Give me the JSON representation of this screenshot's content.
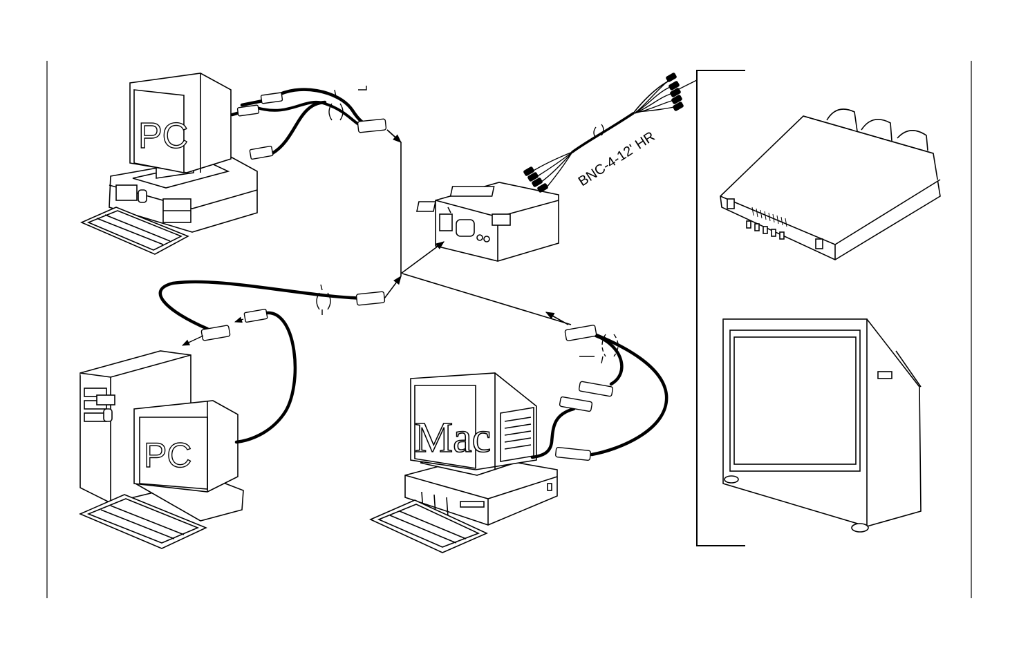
{
  "labels": {
    "pc_top_screen": "PC",
    "pc_bottom_screen": "PC",
    "mac_screen": "Mac",
    "bnc_cable": "BNC-4-12' HR"
  },
  "colors": {
    "ink": "#000000",
    "paper": "#ffffff",
    "cable": "#000000"
  },
  "icons": {
    "computers": [
      "pc-desktop-icon",
      "pc-tower-icon",
      "mac-icon"
    ],
    "devices": [
      "converter-box-icon",
      "video-projector-icon",
      "crt-monitor-icon"
    ],
    "cables": [
      "vga-cable-icon",
      "bnc-cable-icon",
      "mac-cable-icon"
    ]
  }
}
